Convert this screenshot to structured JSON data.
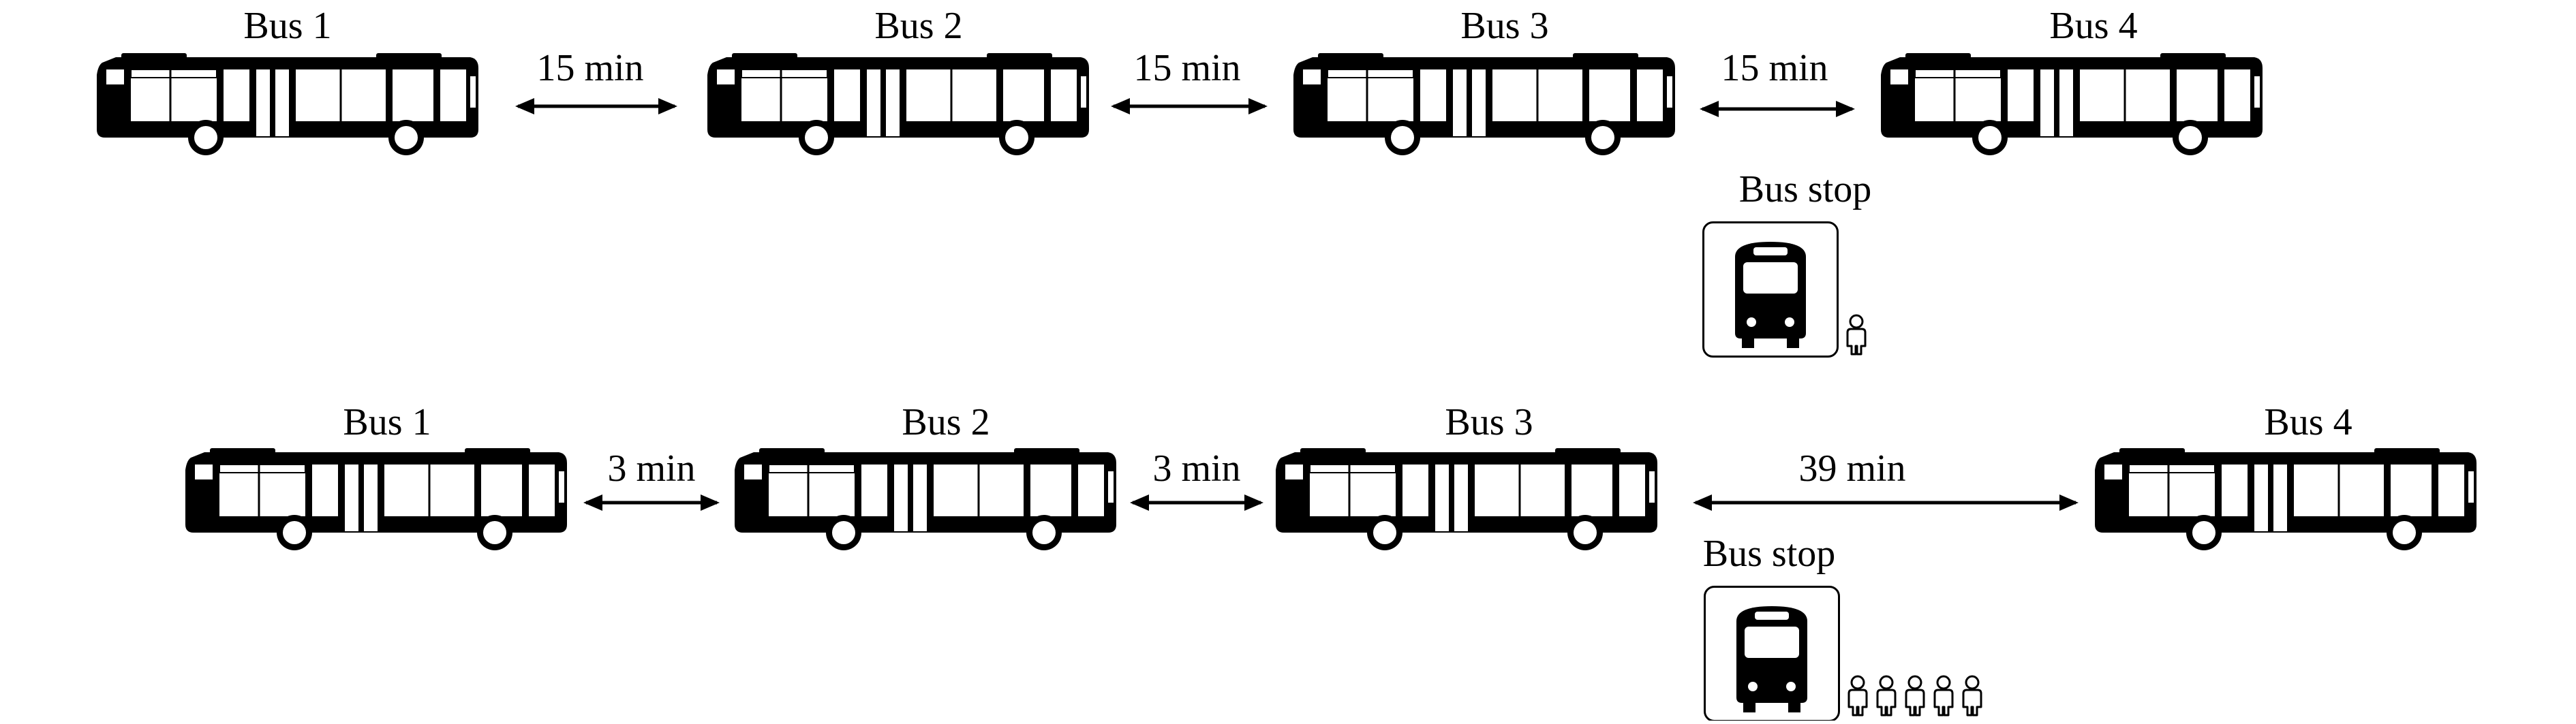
{
  "scenario_top": {
    "buses": [
      "Bus 1",
      "Bus 2",
      "Bus 3",
      "Bus 4"
    ],
    "gaps": [
      "15 min",
      "15 min",
      "15 min"
    ],
    "stop_label": "Bus stop",
    "waiting_passengers": 1
  },
  "scenario_bottom": {
    "buses": [
      "Bus 1",
      "Bus 2",
      "Bus 3",
      "Bus 4"
    ],
    "gaps": [
      "3 min",
      "3 min",
      "39 min"
    ],
    "stop_label": "Bus stop",
    "waiting_passengers": 5
  },
  "icons": {
    "bus": "bus-side-icon",
    "stop": "bus-front-icon",
    "person": "person-icon",
    "arrow": "double-arrow"
  }
}
